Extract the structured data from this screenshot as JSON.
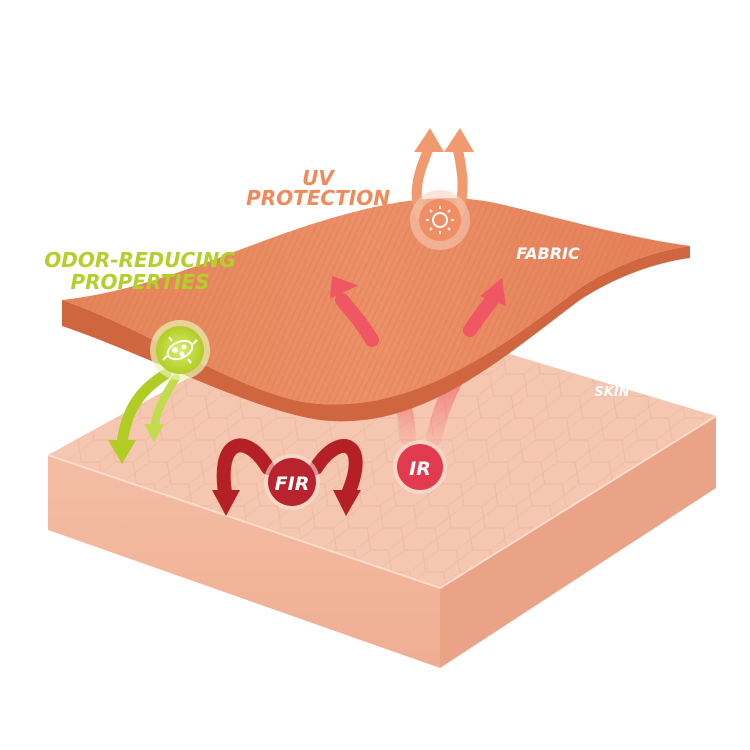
{
  "labels": {
    "uv_line1": "UV",
    "uv_line2": "PROTECTION",
    "odor_line1": "ODOR-REDUCING",
    "odor_line2": "PROPERTIES",
    "fabric": "FABRIC",
    "skin": "SKIN",
    "fir": "FIR",
    "ir": "IR"
  },
  "colors": {
    "uv_text": "#f08a5b",
    "odor_text": "#b5cf2a",
    "fabric_top": "#e98a61",
    "fabric_edge": "#d46c45",
    "skin_top": "#f6c9b3",
    "skin_side_front": "#f2b49a",
    "skin_side_right": "#eca78c",
    "fir_circle": "#b8232e",
    "fir_arrow": "#b42025",
    "ir_circle": "#e23a4e",
    "ir_arrow": "#e8505a",
    "odor_green": "#b0cc25",
    "uv_arrow": "#f29a6f"
  },
  "icons": {
    "sun": "sun-icon",
    "bacteria": "bacteria-icon"
  }
}
